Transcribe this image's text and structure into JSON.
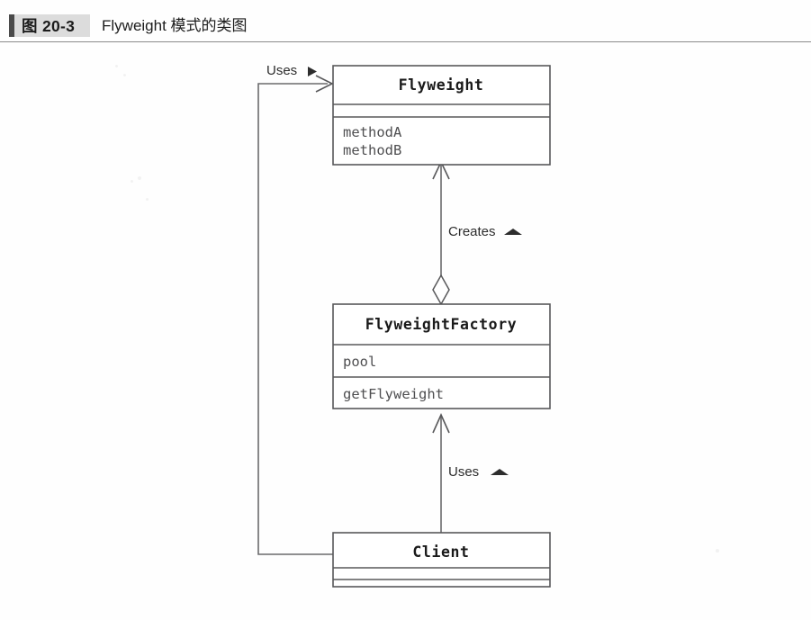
{
  "figure": {
    "number": "图 20-3",
    "title": "Flyweight 模式的类图"
  },
  "diagram": {
    "type": "uml-class-diagram",
    "classes": [
      {
        "id": "flyweight",
        "name": "Flyweight",
        "attributes": [],
        "methods": [
          "methodA",
          "methodB"
        ]
      },
      {
        "id": "flyweight-factory",
        "name": "FlyweightFactory",
        "attributes": [
          "pool"
        ],
        "methods": [
          "getFlyweight"
        ]
      },
      {
        "id": "client",
        "name": "Client",
        "attributes": [],
        "methods": []
      }
    ],
    "relationships": [
      {
        "id": "client-uses-flyweight",
        "label": "Uses",
        "marker": "▶",
        "from": "client",
        "to": "flyweight",
        "kind": "association"
      },
      {
        "id": "factory-creates-flyweight",
        "label": "Creates",
        "marker": "▲",
        "from": "flyweight-factory",
        "to": "flyweight",
        "kind": "aggregation"
      },
      {
        "id": "client-uses-factory",
        "label": "Uses",
        "marker": "▲",
        "from": "client",
        "to": "flyweight-factory",
        "kind": "association"
      }
    ]
  },
  "colors": {
    "page_background": "#fefefe",
    "stroke": "#58585a",
    "edge": "#6a6a6c",
    "header_tick": "#4a4a4a",
    "header_band": "#dcdcdc",
    "text": "#1a1a1a",
    "member_text": "#4f4f51"
  }
}
